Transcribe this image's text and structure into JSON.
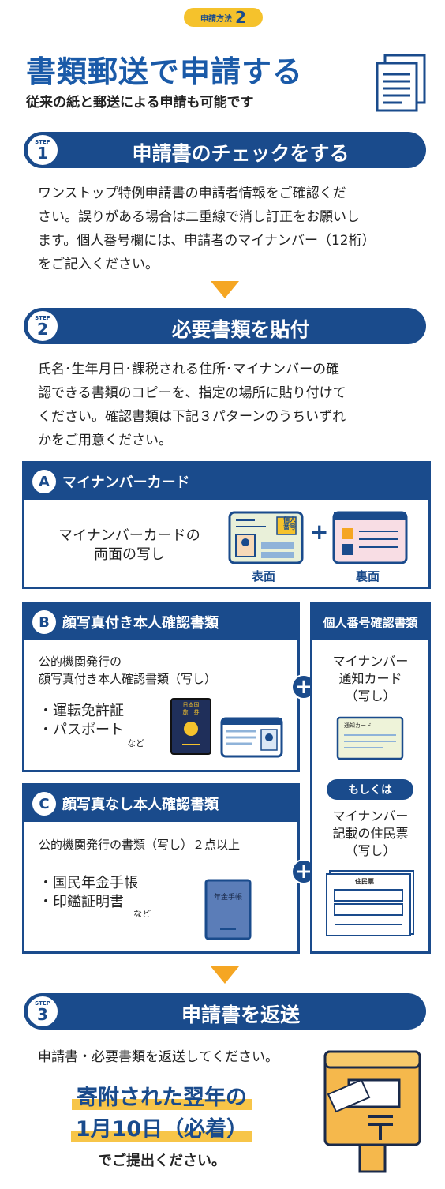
{
  "method": {
    "label": "申請方法",
    "number": "2"
  },
  "title": "書類郵送で申請する",
  "subtitle": "従来の紙と郵送による申請も可能です",
  "step_label": "STEP",
  "step1": {
    "number": "1",
    "title": "申請書のチェックをする",
    "lines": [
      "ワンストップ特例申請書の申請者情報をご確認くだ",
      "さい。誤りがある場合は二重線で消し訂正をお願いし",
      "ます。個人番号欄には、申請者のマイナンバー（12桁）",
      "をご記入ください。"
    ]
  },
  "step2": {
    "number": "2",
    "title": "必要書類を貼付",
    "lines": [
      "氏名･生年月日･課税される住所･マイナンバーの確",
      "認できる書類のコピーを、指定の場所に貼り付けて",
      "ください。確認書類は下記３パターンのうちいずれ",
      "かをご用意ください。"
    ]
  },
  "a": {
    "letter": "A",
    "title": "マイナンバーカード",
    "desc1": "マイナンバーカードの",
    "desc2": "両面の写し",
    "front": "表面",
    "back": "裏面",
    "card_label1": "個人",
    "card_label2": "番号"
  },
  "b": {
    "letter": "B",
    "title": "顔写真付き本人確認書類",
    "desc1": "公的機関発行の",
    "desc2": "顔写真付き本人確認書類（写し）",
    "item1": "・運転免許証",
    "item2": "・パスポート",
    "etc": "など",
    "passport1": "日本国",
    "passport2": "旅　券"
  },
  "c": {
    "letter": "C",
    "title": "顔写真なし本人確認書類",
    "desc": "公的機関発行の書類（写し）２点以上",
    "item1": "・国民年金手帳",
    "item2": "・印鑑証明書",
    "etc": "など",
    "book": "年金手帳"
  },
  "id": {
    "title": "個人番号確認書類",
    "t1a": "マイナンバー",
    "t1b": "通知カード",
    "t1c": "（写し）",
    "card": "通知カード",
    "or": "もしくは",
    "t2a": "マイナンバー",
    "t2b": "記載の住民票",
    "t2c": "（写し）",
    "juminhyo": "住民票"
  },
  "plus": "+",
  "step3": {
    "number": "3",
    "title": "申請書を返送",
    "line": "申請書・必要書類を返送してください。",
    "hl1": "寄附された翌年の",
    "hl2": "1月10日（必着）",
    "end": "でご提出ください。"
  },
  "colors": {
    "navy": "#1a4b8c",
    "yellow": "#f5c22c",
    "orange": "#f5a623"
  }
}
